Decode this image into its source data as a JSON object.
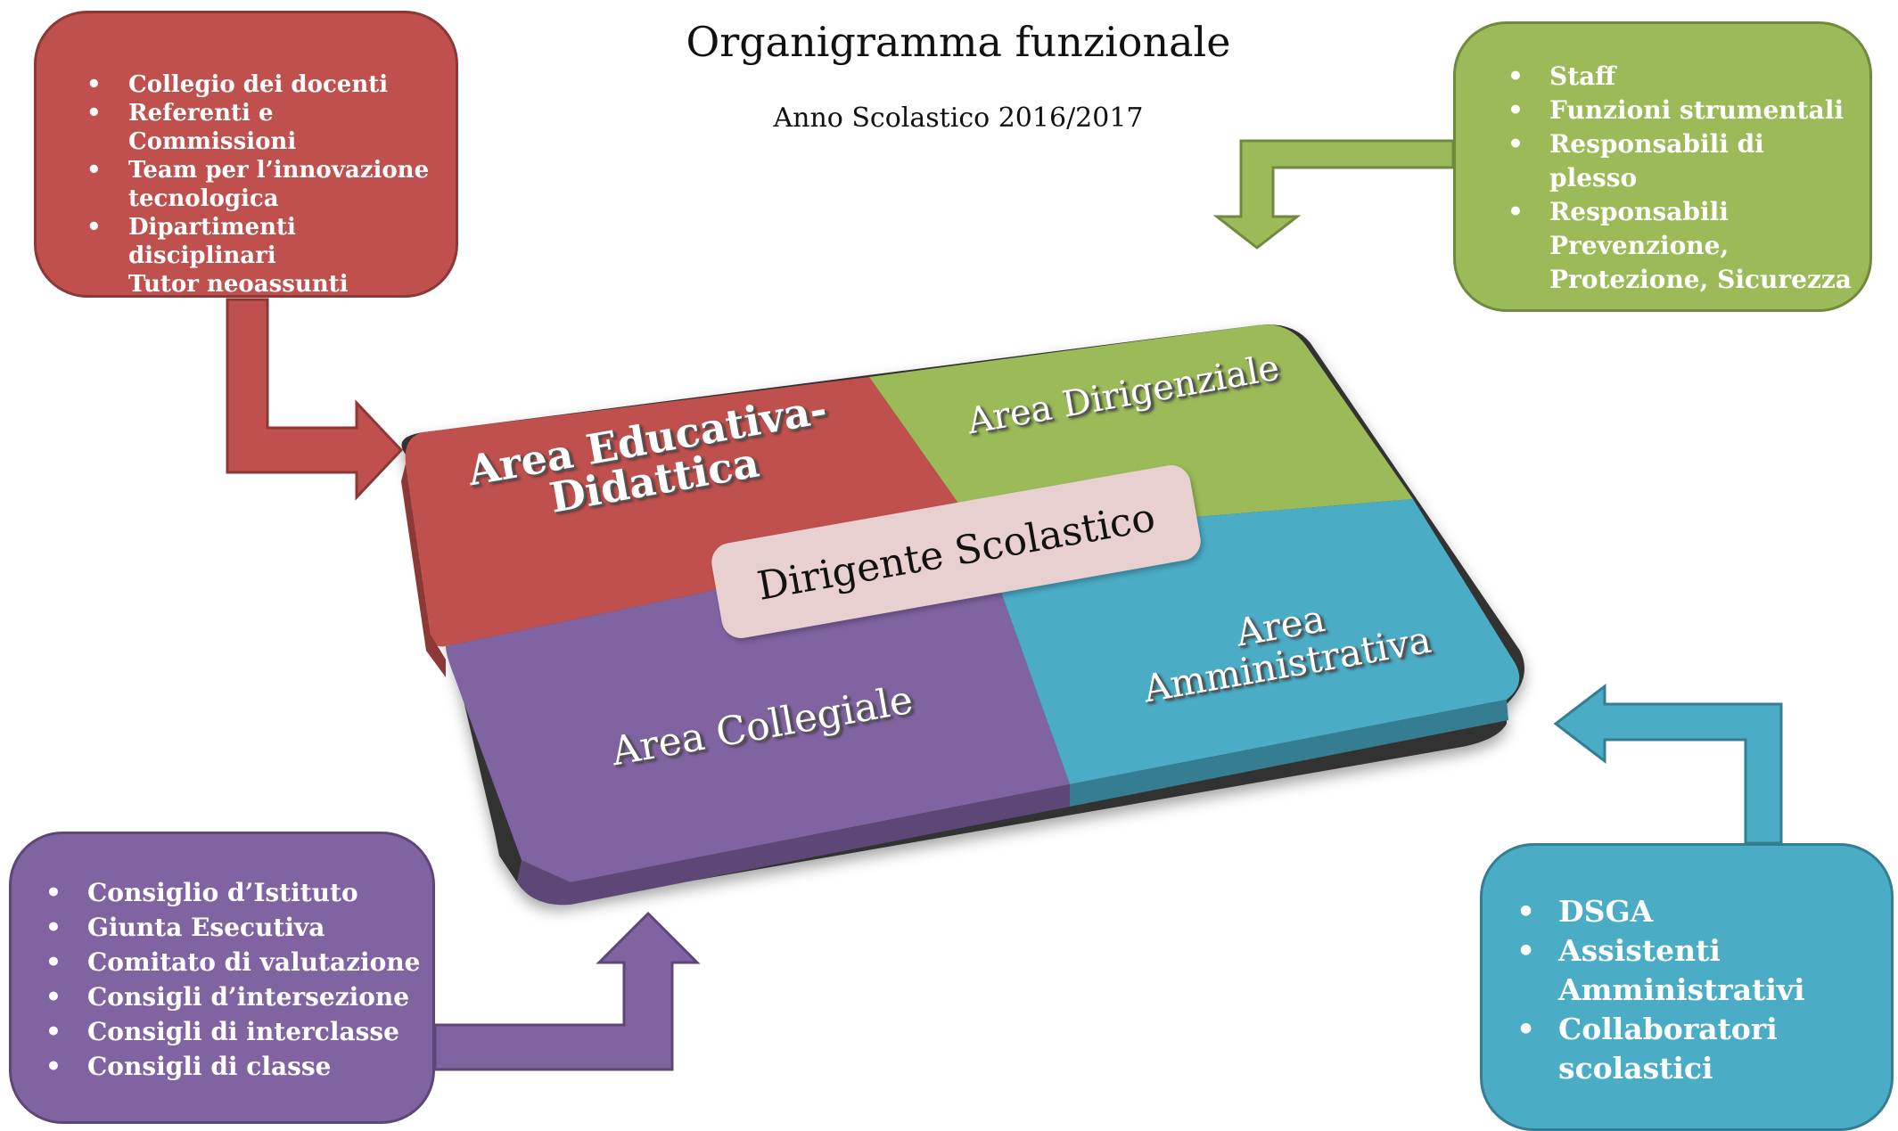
{
  "title": "Organigramma funzionale",
  "subtitle": "Anno Scolastico 2016/2017",
  "center": "Dirigente Scolastico",
  "areas": {
    "educativa": "Area Educativa-\nDidattica",
    "dirigenziale": "Area Dirigenziale",
    "collegiale": "Area Collegiale",
    "amministrativa": "Area\nAmministrativa"
  },
  "boxes": {
    "red": {
      "items": [
        "Collegio dei docenti",
        "Referenti e Commissioni",
        "Team per l’innovazione tecnologica",
        "Dipartimenti disciplinari"
      ],
      "extra": "Tutor neoassunti"
    },
    "green": {
      "items": [
        "Staff",
        "Funzioni strumentali",
        "Responsabili di plesso",
        "Responsabili Prevenzione, Protezione, Sicurezza"
      ]
    },
    "purple": {
      "items": [
        "Consiglio d’Istituto",
        "Giunta Esecutiva",
        "Comitato di valutazione",
        "Consigli d’intersezione",
        "Consigli di interclasse",
        "Consigli di classe"
      ]
    },
    "blue": {
      "items": [
        "DSGA",
        "Assistenti Amministrativi",
        "Collaboratori scolastici"
      ]
    }
  },
  "colors": {
    "red": "#c0504d",
    "green": "#9bbb59",
    "purple": "#8064a2",
    "blue": "#4bacc6",
    "center": "#e8d0d0"
  }
}
